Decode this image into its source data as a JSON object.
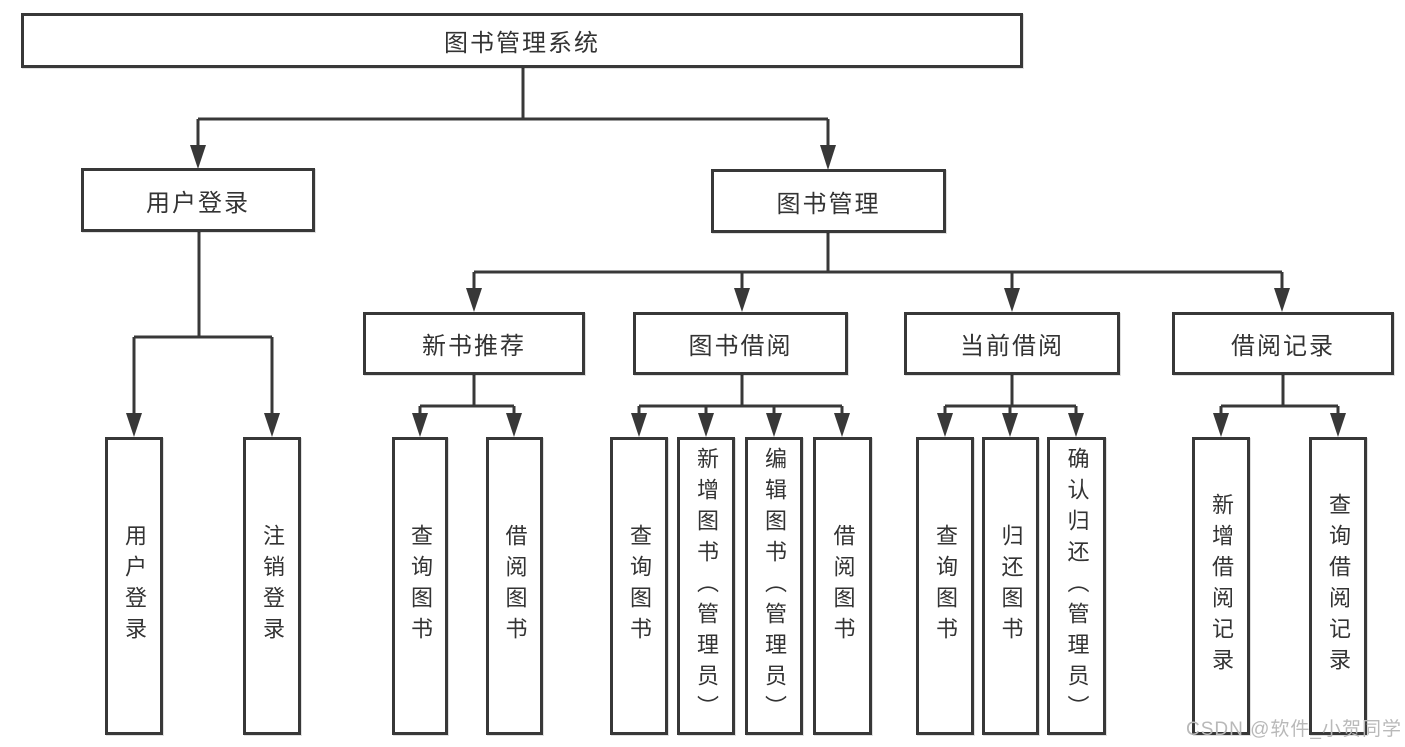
{
  "diagram": {
    "title": "图书管理系统",
    "level2": [
      {
        "label": "用户登录"
      },
      {
        "label": "图书管理"
      }
    ],
    "level3": [
      {
        "label": "新书推荐"
      },
      {
        "label": "图书借阅"
      },
      {
        "label": "当前借阅"
      },
      {
        "label": "借阅记录"
      }
    ],
    "level4": {
      "user_login_children": [
        {
          "label": "用户登录"
        },
        {
          "label": "注销登录"
        }
      ],
      "new_book_children": [
        {
          "label": "查询图书"
        },
        {
          "label": "借阅图书"
        }
      ],
      "book_borrow_children": [
        {
          "label": "查询图书"
        },
        {
          "label": "新增图书（管理员）"
        },
        {
          "label": "编辑图书（管理员）"
        },
        {
          "label": "借阅图书"
        }
      ],
      "current_borrow_children": [
        {
          "label": "查询图书"
        },
        {
          "label": "归还图书"
        },
        {
          "label": "确认归还（管理员）"
        }
      ],
      "borrow_record_children": [
        {
          "label": "新增借阅记录"
        },
        {
          "label": "查询借阅记录"
        }
      ]
    }
  },
  "watermark": {
    "text": "CSDN @软件_小贺同学"
  },
  "colors": {
    "line": "#383838",
    "text": "#333333",
    "box_bg": "#ffffff",
    "page_bg": "#ffffff",
    "watermark": "#b9b9b9"
  }
}
